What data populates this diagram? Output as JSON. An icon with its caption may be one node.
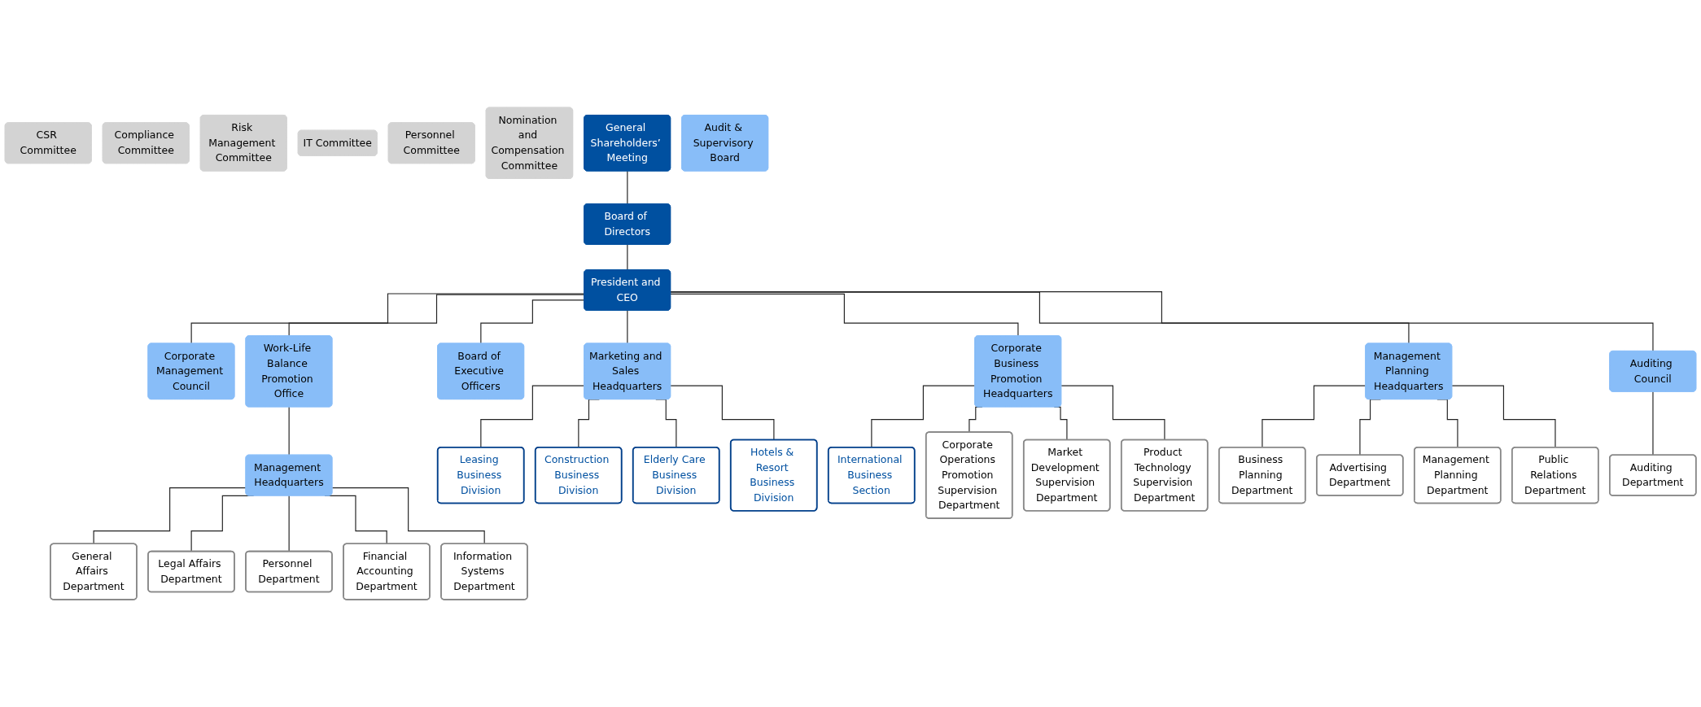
{
  "diagram": {
    "nodes": [
      {
        "text": [
          "CSR Committee"
        ]
      },
      {
        "text": [
          "Compliance Committee"
        ]
      },
      {
        "text": [
          "Risk Management Committee"
        ]
      },
      {
        "text": [
          "IT Committee"
        ]
      },
      {
        "text": [
          "Personnel Committee"
        ]
      },
      {
        "text": [
          "Nomination and Compensation Committee"
        ]
      },
      {
        "text": [
          "General Shareholders’ Meeting"
        ]
      },
      {
        "text": [
          "Audit & Supervisory Board"
        ]
      },
      {
        "text": [
          "Board of Directors"
        ]
      },
      {
        "text": [
          "President and CEO"
        ]
      },
      {
        "text": [
          "Corporate Management Council"
        ]
      },
      {
        "text": [
          "Auditing Council"
        ]
      },
      {
        "text": [
          "Board of Executive Officers"
        ]
      },
      {
        "text": [
          "Work-Life Balance Promotion Office"
        ]
      },
      {
        "text": [
          "Marketing and Sales Headquarters"
        ]
      },
      {
        "text": [
          "Corporate Business Promotion Headquarters"
        ]
      },
      {
        "text": [
          "Management Planning Headquarters"
        ]
      },
      {
        "text": [
          "Management Headquarters"
        ]
      },
      {
        "text": [
          "Leasing Business Division"
        ]
      },
      {
        "text": [
          "Construction Business Division"
        ]
      },
      {
        "text": [
          "Elderly Care Business Division"
        ]
      },
      {
        "text": [
          "Hotels & Resort Business Division"
        ]
      },
      {
        "text": [
          "International Business Section"
        ]
      },
      {
        "text": [
          "Corporate Operations Promotion Supervision Department"
        ]
      },
      {
        "text": [
          "Market Development Supervision Department"
        ]
      },
      {
        "text": [
          "Product Technology Supervision Department"
        ]
      },
      {
        "text": [
          "Business Planning Department"
        ]
      },
      {
        "text": [
          "Advertising Department"
        ]
      },
      {
        "text": [
          "Management Planning Department"
        ]
      },
      {
        "text": [
          "Public Relations Department"
        ]
      },
      {
        "text": [
          "General Affairs Department"
        ]
      },
      {
        "text": [
          "Legal Affairs Department"
        ]
      },
      {
        "text": [
          "Personnel Department"
        ]
      },
      {
        "text": [
          "Financial Accounting Department"
        ]
      },
      {
        "text": [
          "Information Systems Department"
        ]
      },
      {
        "text": [
          "Auditing Department"
        ]
      }
    ],
    "edges": [
      {
        "from": 6,
        "to": 8,
        "arrow": "none"
      },
      {
        "from": 8,
        "to": 9,
        "arrow": "none"
      },
      {
        "from": 9,
        "to": 10,
        "arrow": "none"
      },
      {
        "from": 9,
        "to": 11,
        "arrow": "none"
      },
      {
        "from": 9,
        "to": 12,
        "arrow": "none"
      },
      {
        "from": 9,
        "to": 13,
        "arrow": "none"
      },
      {
        "from": 9,
        "to": 14,
        "arrow": "none"
      },
      {
        "from": 9,
        "to": 15,
        "arrow": "none"
      },
      {
        "from": 9,
        "to": 16,
        "arrow": "none"
      },
      {
        "from": 13,
        "to": 17,
        "arrow": "none"
      },
      {
        "from": 11,
        "to": 35,
        "arrow": "none"
      },
      {
        "from": 14,
        "to": 18,
        "arrow": "none"
      },
      {
        "from": 14,
        "to": 19,
        "arrow": "none"
      },
      {
        "from": 14,
        "to": 20,
        "arrow": "none"
      },
      {
        "from": 14,
        "to": 21,
        "arrow": "none"
      },
      {
        "from": 15,
        "to": 22,
        "arrow": "none"
      },
      {
        "from": 15,
        "to": 23,
        "arrow": "none"
      },
      {
        "from": 15,
        "to": 24,
        "arrow": "none"
      },
      {
        "from": 15,
        "to": 25,
        "arrow": "none"
      },
      {
        "from": 16,
        "to": 26,
        "arrow": "none"
      },
      {
        "from": 16,
        "to": 27,
        "arrow": "none"
      },
      {
        "from": 16,
        "to": 28,
        "arrow": "none"
      },
      {
        "from": 16,
        "to": 29,
        "arrow": "none"
      },
      {
        "from": 17,
        "to": 30,
        "arrow": "none"
      },
      {
        "from": 17,
        "to": 31,
        "arrow": "none"
      },
      {
        "from": 17,
        "to": 32,
        "arrow": "none"
      },
      {
        "from": 17,
        "to": 33,
        "arrow": "none"
      },
      {
        "from": 17,
        "to": 34,
        "arrow": "none"
      }
    ]
  }
}
